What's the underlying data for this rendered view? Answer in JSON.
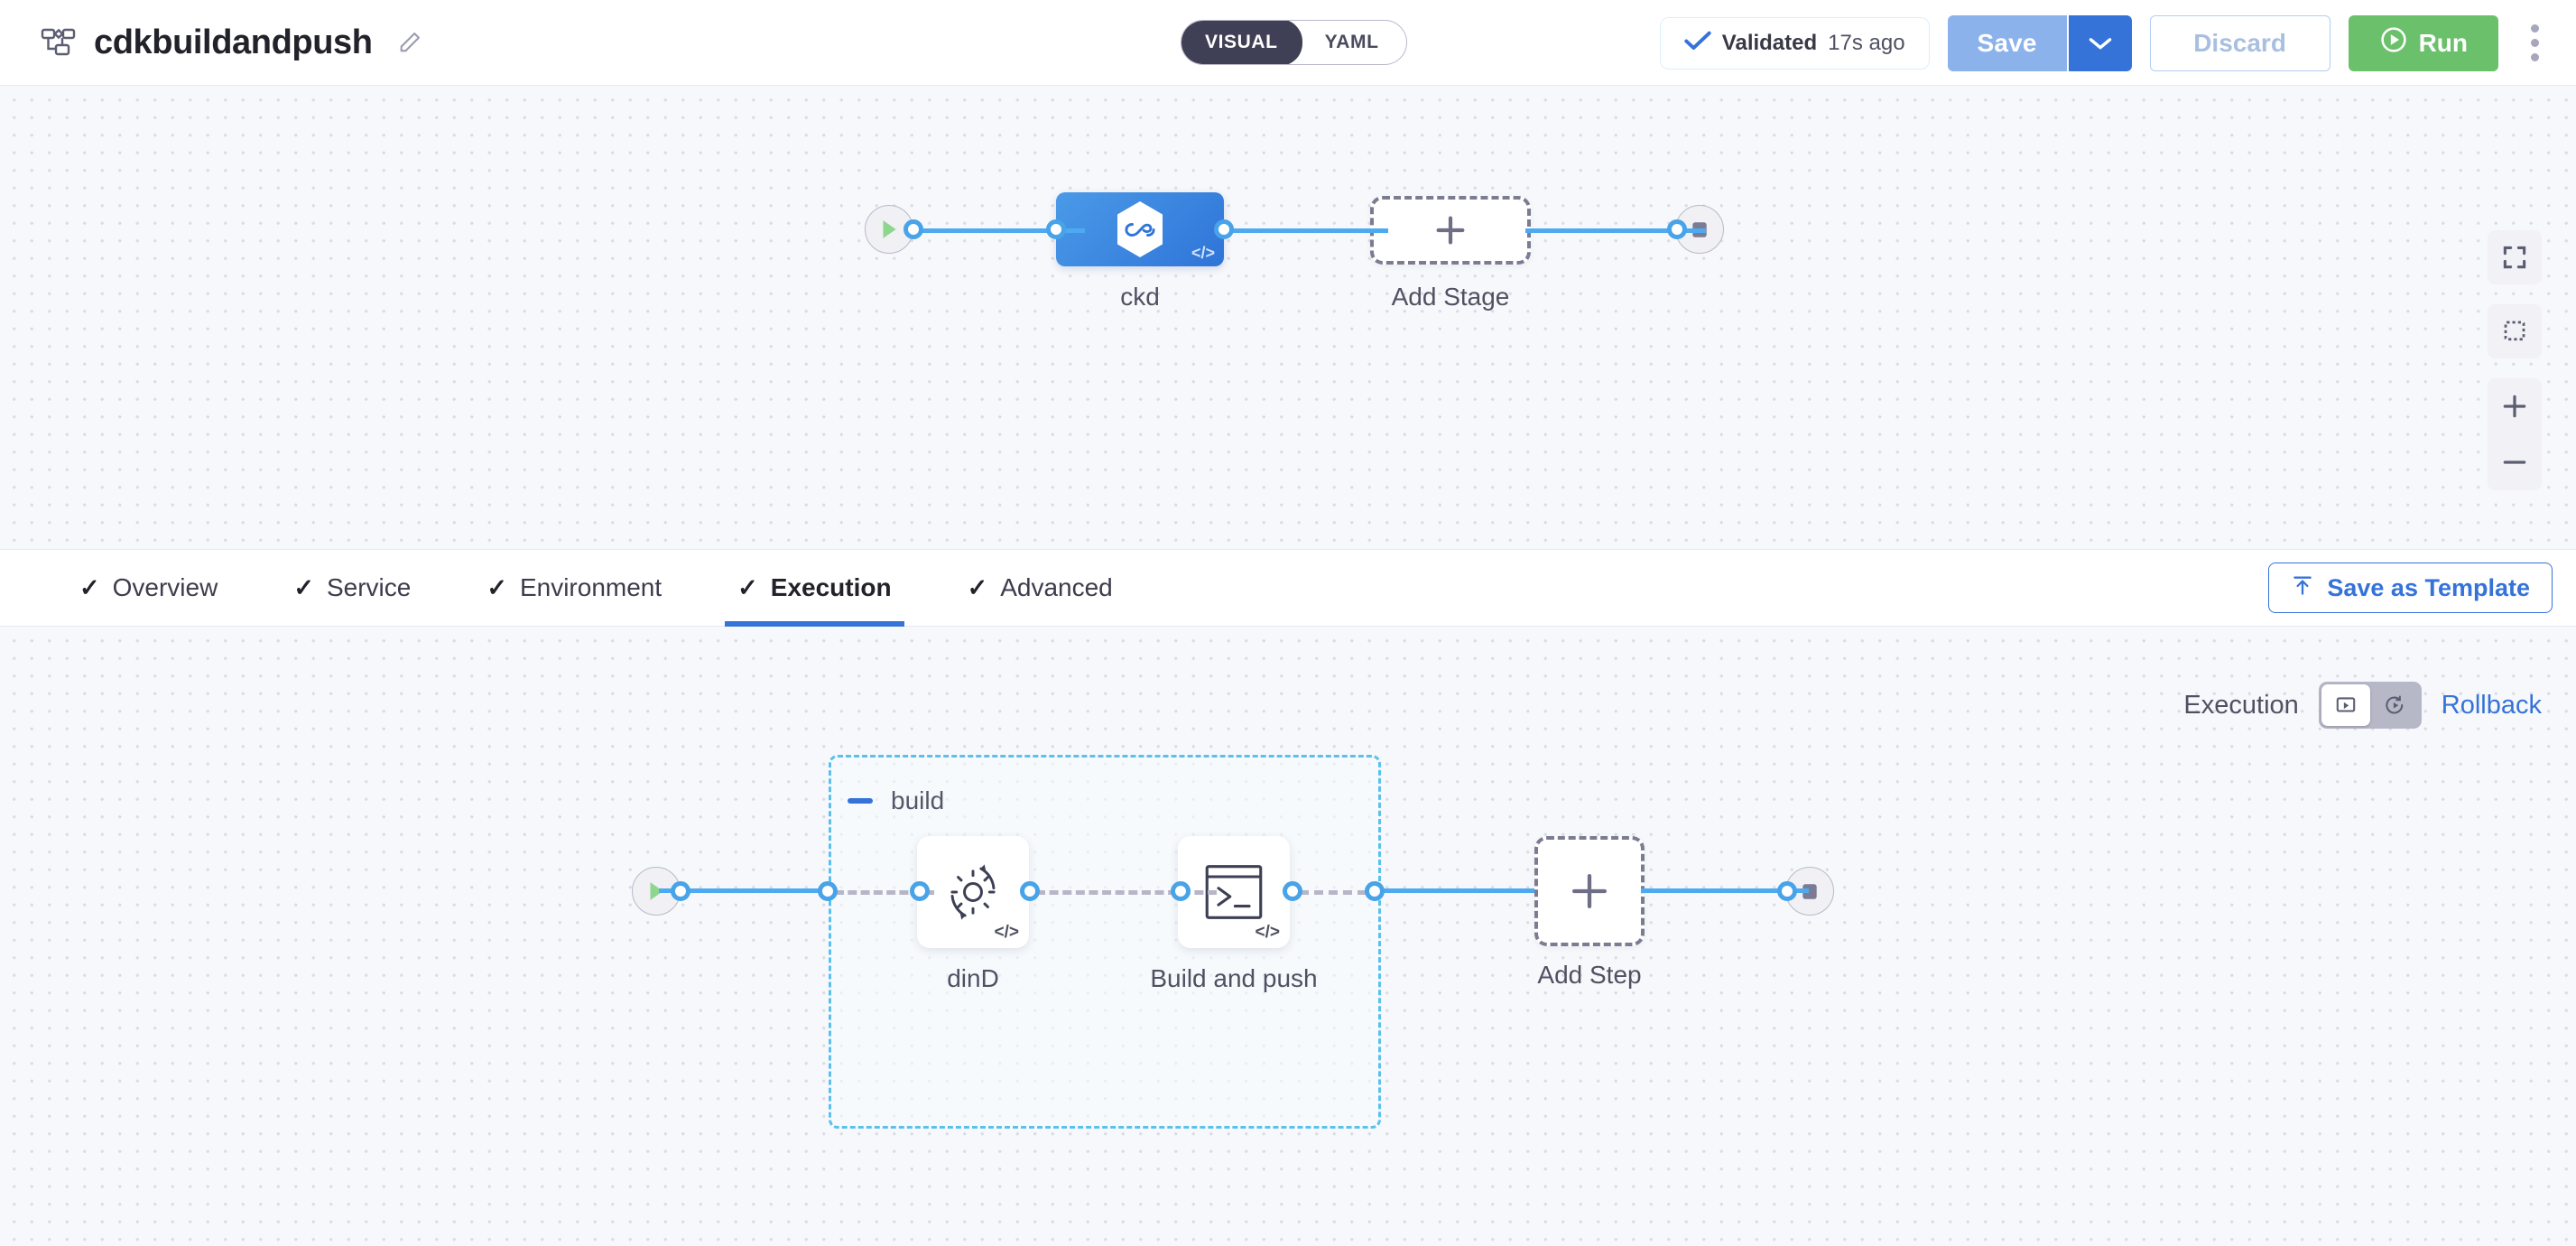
{
  "header": {
    "pipeline_icon": "pipeline-flow-icon",
    "title": "cdkbuildandpush",
    "edit_icon": "pencil-icon",
    "mode_toggle": {
      "visual": "VISUAL",
      "yaml": "YAML",
      "selected": "VISUAL"
    },
    "validated": {
      "icon": "check-icon",
      "label": "Validated",
      "time": "17s ago"
    },
    "save": {
      "label": "Save",
      "caret_icon": "chevron-down-icon"
    },
    "discard": {
      "label": "Discard"
    },
    "run": {
      "label": "Run",
      "icon": "play-circle-icon"
    },
    "more_icon": "kebab-menu-icon"
  },
  "colors": {
    "accent_blue": "#3573d9",
    "edge_blue": "#4eaaf0",
    "run_green": "#6bc16b",
    "group_border": "#5bc0ec",
    "canvas_bg": "#f7f8fb",
    "stage_node": "#2f74d8",
    "save_disabled": "#8cb2ec"
  },
  "canvas_controls": [
    {
      "name": "fit-to-screen-icon"
    },
    {
      "name": "selection-box-icon"
    },
    {
      "name": "zoom-in-icon"
    },
    {
      "name": "zoom-out-icon"
    }
  ],
  "stage_canvas": {
    "start_node": {
      "name": "pipeline-start-node",
      "icon": "play-icon"
    },
    "end_node": {
      "name": "pipeline-end-node",
      "icon": "stop-square-icon"
    },
    "stages": [
      {
        "label": "ckd",
        "icon": "harness-cd-hexagon-icon",
        "badge": "</>",
        "selected": true
      }
    ],
    "add_stage": {
      "label": "Add Stage",
      "icon": "plus-icon"
    }
  },
  "tabbar": {
    "tabs": [
      {
        "label": "Overview",
        "check": "✓",
        "active": false
      },
      {
        "label": "Service",
        "check": "✓",
        "active": false
      },
      {
        "label": "Environment",
        "check": "✓",
        "active": false
      },
      {
        "label": "Execution",
        "check": "✓",
        "active": true
      },
      {
        "label": "Advanced",
        "check": "✓",
        "active": false
      }
    ],
    "save_as_template": {
      "label": "Save as Template",
      "icon": "upload-template-icon"
    }
  },
  "execution_bar": {
    "execution_label": "Execution",
    "rollback_label": "Rollback",
    "execution_icon": "execution-play-box-icon",
    "rollback_icon": "rollback-arrow-icon",
    "selected": "Execution"
  },
  "step_canvas": {
    "start_node": {
      "name": "execution-start-node",
      "icon": "play-icon"
    },
    "end_node": {
      "name": "execution-end-node",
      "icon": "stop-square-icon"
    },
    "group": {
      "name": "build",
      "collapse_icon": "minus-icon",
      "expanded": true
    },
    "steps": [
      {
        "label": "dinD",
        "icon": "gear-rotate-icon",
        "badge": "</>"
      },
      {
        "label": "Build and push",
        "icon": "terminal-icon",
        "badge": "</>"
      }
    ],
    "add_step": {
      "label": "Add Step",
      "icon": "plus-icon"
    }
  }
}
